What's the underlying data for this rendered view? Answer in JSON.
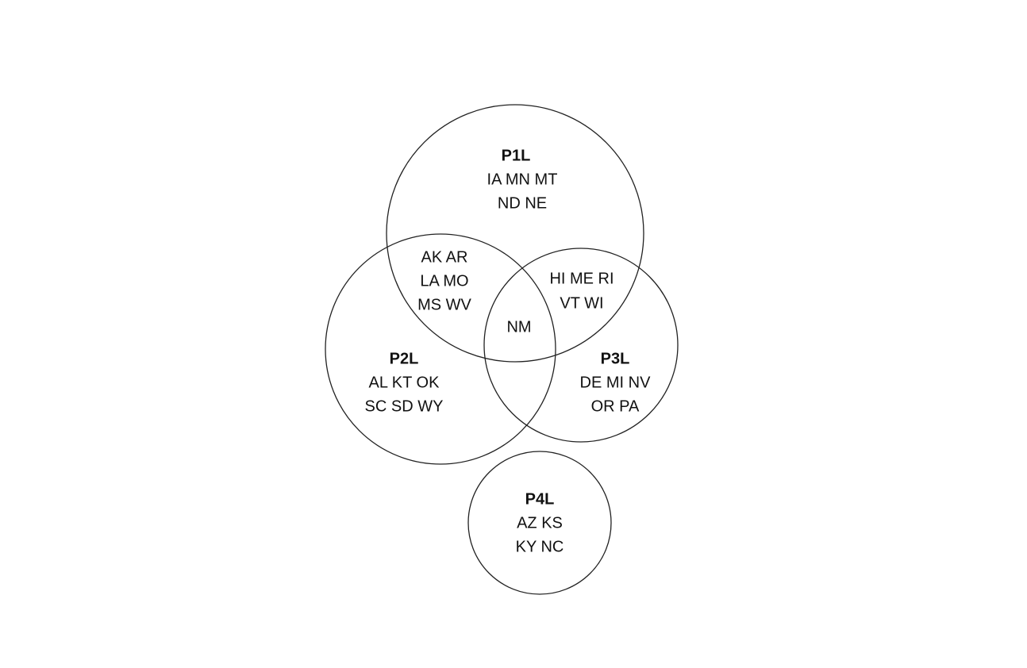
{
  "sets": {
    "p1": {
      "label": "P1L",
      "lines": [
        "IA MN MT",
        "ND NE"
      ]
    },
    "p2": {
      "label": "P2L",
      "lines": [
        "AL KT OK",
        "SC SD WY"
      ]
    },
    "p3": {
      "label": "P3L",
      "lines": [
        "DE MI NV",
        "OR PA"
      ]
    },
    "p4": {
      "label": "P4L",
      "lines": [
        "AZ KS",
        "KY NC"
      ]
    }
  },
  "intersections": {
    "p1_p2": {
      "lines": [
        "AK AR",
        "LA MO",
        "MS WV"
      ]
    },
    "p1_p3": {
      "lines": [
        "HI ME RI",
        "VT WI"
      ]
    },
    "p1_p2_p3": {
      "lines": [
        "NM"
      ]
    }
  }
}
